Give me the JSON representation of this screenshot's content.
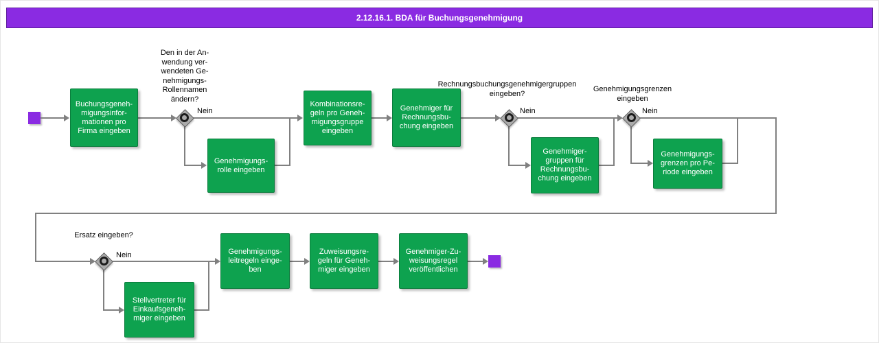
{
  "title": "2.12.16.1. BDA für Buchungsgenehmigung",
  "colors": {
    "title_bar": "#8A2BE2",
    "start_end_node": "#8A2BE2",
    "activity_fill": "#0EA24F",
    "decision_fill": "#ABABAB",
    "connector": "#808080"
  },
  "nodes": {
    "a1": {
      "label": "Buchungsgeneh- migungsinfor- mationen pro Firma eingeben"
    },
    "a2": {
      "label": "Genehmigungs- rolle eingeben"
    },
    "a3": {
      "label": "Kombinationsre- geln pro Geneh- migungsgruppe eingeben"
    },
    "a4": {
      "label": "Genehmiger für Rechnungsbu- chung eingeben"
    },
    "a5": {
      "label": "Genehmiger- gruppen für Rechnungsbu- chung eingeben"
    },
    "a6": {
      "label": "Genehmigungs- grenzen pro Pe- riode eingeben"
    },
    "a7": {
      "label": "Stellvertreter für Einkaufsgeneh- miger eingeben"
    },
    "a8": {
      "label": "Genehmigungs- leitregeln einge- ben"
    },
    "a9": {
      "label": "Zuweisungsre- geln für Geneh- miger eingeben"
    },
    "a10": {
      "label": "Genehmiger-Zu- weisungsregel veröffentlichen"
    }
  },
  "decisions": {
    "d1": {
      "question": "Den in der An- wendung ver- wendeten Ge- nehmigungs- Rollennamen ändern?",
      "no_label": "Nein"
    },
    "d2": {
      "question": "Rechnungsbuchungsgenehmigergruppen eingeben?",
      "no_label": "Nein"
    },
    "d3": {
      "question": "Genehmigungsgrenzen eingeben",
      "no_label": "Nein"
    },
    "d4": {
      "question": "Ersatz eingeben?",
      "no_label": "Nein"
    }
  }
}
